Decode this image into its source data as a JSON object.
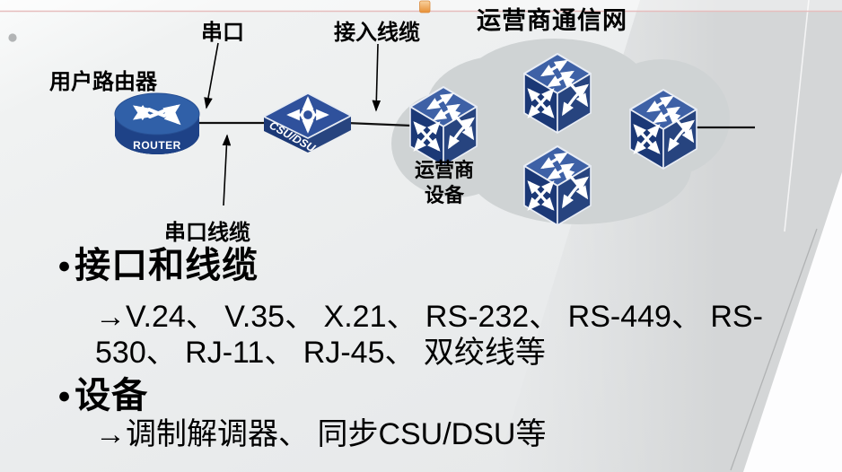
{
  "diagram": {
    "labels": {
      "user_router": "用户路由器",
      "serial_port": "串口",
      "access_cable": "接入线缆",
      "serial_cable": "串口线缆",
      "carrier_network": "运营商通信网",
      "carrier_device_line1": "运营商",
      "carrier_device_line2": "设备",
      "router_text": "ROUTER",
      "csu_dsu_text": "CSU/DSU"
    }
  },
  "content": {
    "bullet_char": "●",
    "items": [
      {
        "title": "接口和线缆",
        "lines": [
          "→V.24、 V.35、 X.21、 RS-232、 RS-449、 RS-",
          "530、 RJ-11、 RJ-45、 双绞线等"
        ]
      },
      {
        "title": "设备",
        "lines": [
          "→调制解调器、 同步CSU/DSU等"
        ]
      }
    ]
  },
  "colors": {
    "device_top_blue": "#3e61a6",
    "device_dark_blue": "#1b3876",
    "device_mid_blue": "#27447f",
    "router_top_blue": "#3060a8",
    "cloud_gray": "#cfd3d4",
    "wedge_gray": "#d4d6d7",
    "top_accent_pink": "#e6bdbd",
    "handle_orange": "#e78f35",
    "text_black": "#000000"
  }
}
